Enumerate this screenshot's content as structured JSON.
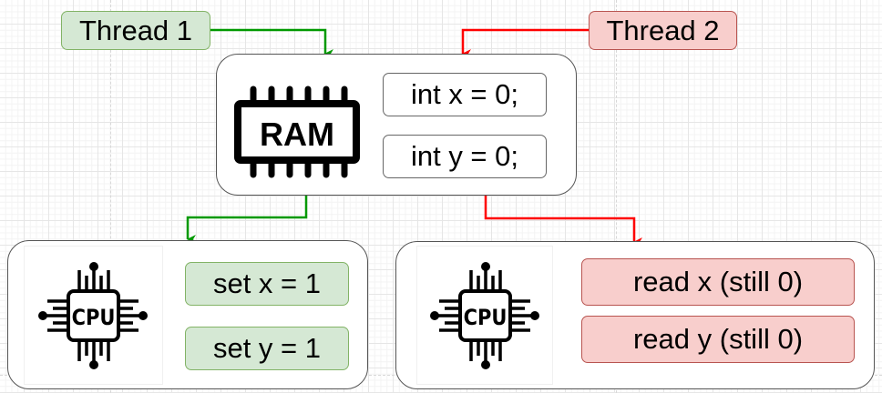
{
  "threads": {
    "thread1": {
      "label": "Thread 1",
      "color": "#009900"
    },
    "thread2": {
      "label": "Thread 2",
      "color": "#ff0000"
    }
  },
  "ram": {
    "icon": "ram-chip-icon",
    "icon_text": "RAM",
    "variables": [
      "int x = 0;",
      "int y = 0;"
    ]
  },
  "cpu1": {
    "icon": "cpu-chip-icon",
    "icon_text": "CPU",
    "operations": [
      "set x = 1",
      "set y = 1"
    ]
  },
  "cpu2": {
    "icon": "cpu-chip-icon",
    "icon_text": "CPU",
    "operations": [
      "read x (still 0)",
      "read y (still 0)"
    ]
  },
  "colors": {
    "green_fill": "#d5e8d4",
    "green_stroke": "#82b366",
    "red_fill": "#f8cecc",
    "red_stroke": "#b85450",
    "green_arrow": "#009900",
    "red_arrow": "#ff0000"
  }
}
